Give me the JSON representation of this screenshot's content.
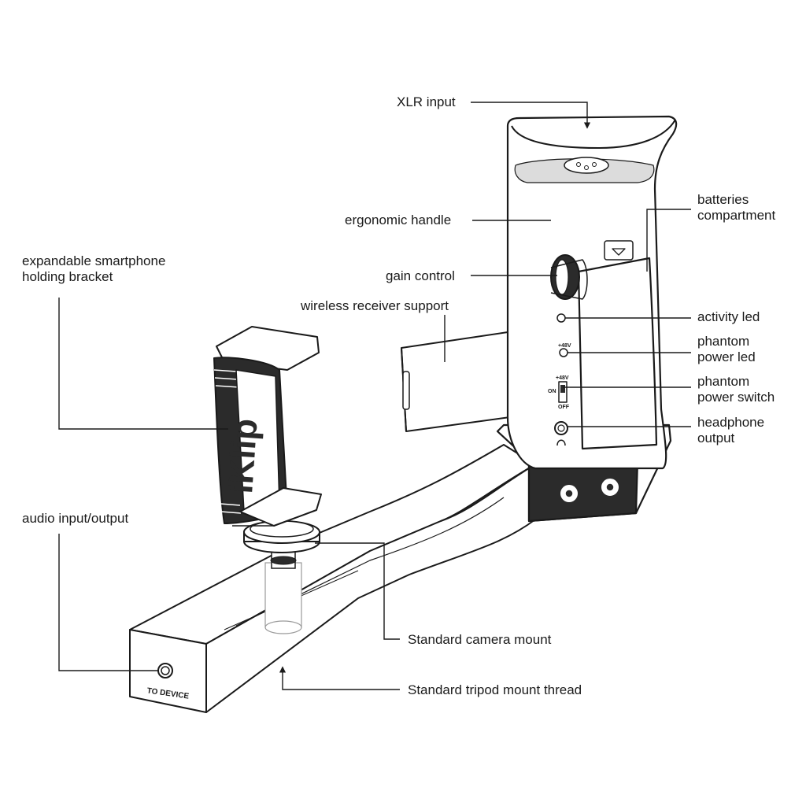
{
  "labels": {
    "xlr_input": "XLR input",
    "ergonomic_handle": "ergonomic handle",
    "batteries_line1": "batteries",
    "batteries_line2": "compartment",
    "bracket_line1": "expandable smartphone",
    "bracket_line2": "holding bracket",
    "gain_control": "gain control",
    "wireless_receiver_support": "wireless receiver support",
    "activity_led": "activity led",
    "phantom_led_line1": "phantom",
    "phantom_led_line2": "power led",
    "phantom_switch_line1": "phantom",
    "phantom_switch_line2": "power switch",
    "headphone_line1": "headphone",
    "headphone_line2": "output",
    "audio_io": "audio input/output",
    "camera_mount": "Standard camera mount",
    "tripod_mount": "Standard tripod mount thread"
  },
  "device_markings": {
    "brand": "iKlip",
    "to_device": "TO  DEVICE",
    "plus48v": "+48V",
    "plus48v_switch": "+48V",
    "on": "ON",
    "off": "OFF"
  },
  "colors": {
    "line": "#1a1a1a",
    "device_fill": "#ffffff",
    "dark_part": "#2b2b2b",
    "light_shade": "#dcdcdc"
  }
}
